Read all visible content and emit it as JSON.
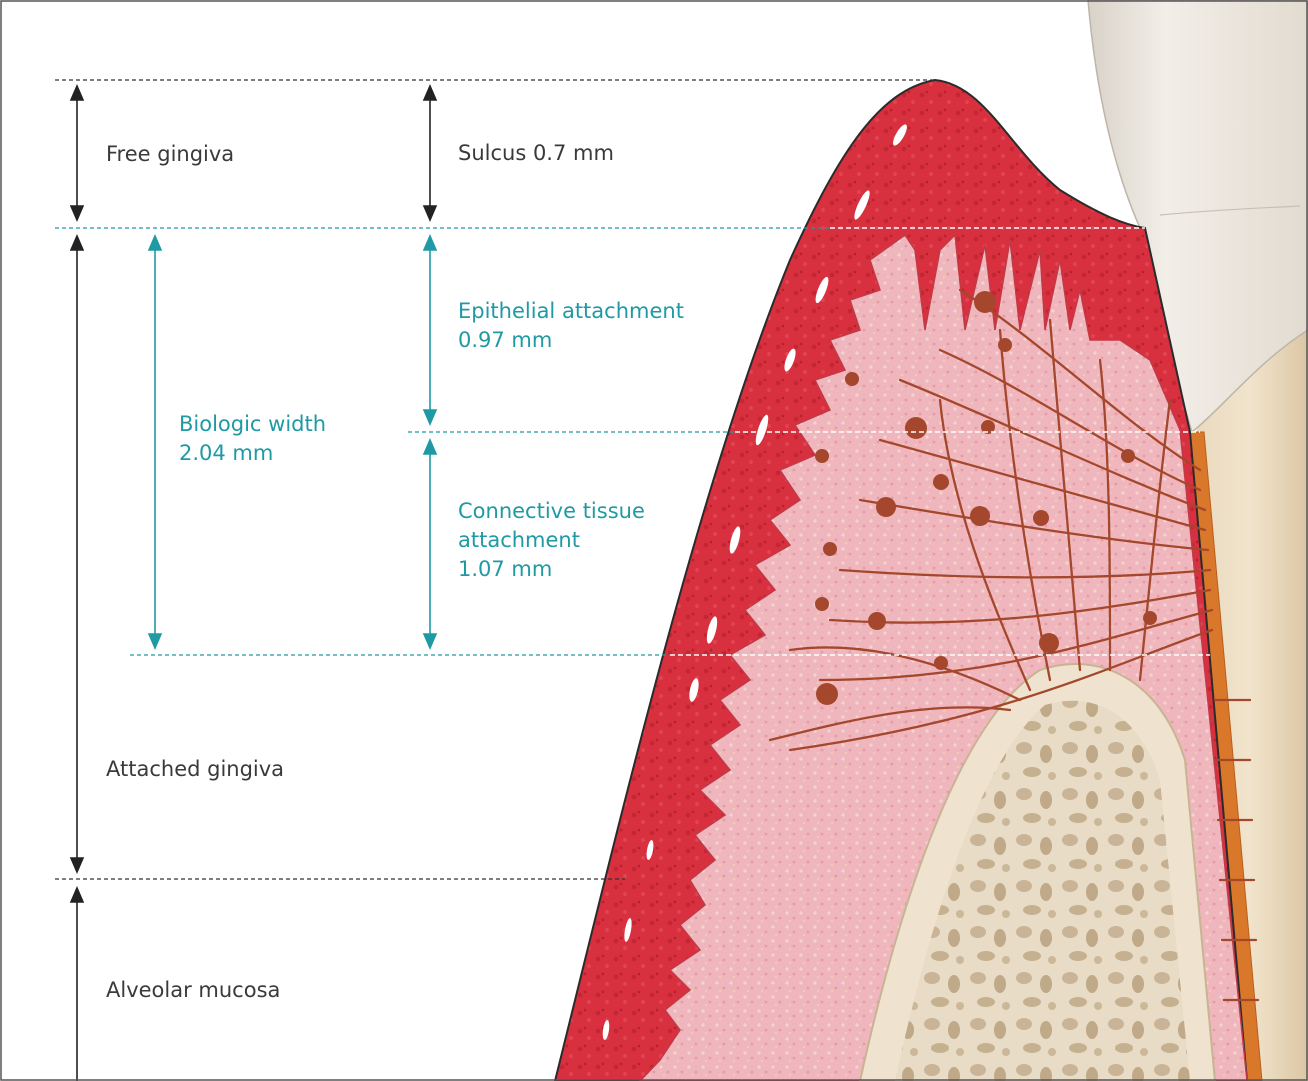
{
  "labels": {
    "free_gingiva": "Free gingiva",
    "sulcus": "Sulcus 0.7 mm",
    "epithelial_line1": "Epithelial attachment",
    "epithelial_line2": "0.97 mm",
    "biologic_line1": "Biologic width",
    "biologic_line2": "2.04 mm",
    "connective_line1": "Connective tissue",
    "connective_line2": "attachment",
    "connective_line3": "1.07 mm",
    "attached_gingiva": "Attached gingiva",
    "alveolar_mucosa": "Alveolar mucosa"
  },
  "colors": {
    "text_dark": "#3a3a3a",
    "accent_teal": "#1f9aa4",
    "epithelium_red": "#d8303e",
    "connective_pink": "#efb3b9",
    "fiber_brown": "#a4472c",
    "bone": "#e6d8c3",
    "cementum_orange": "#d9782a",
    "enamel": "#ece6dc"
  }
}
